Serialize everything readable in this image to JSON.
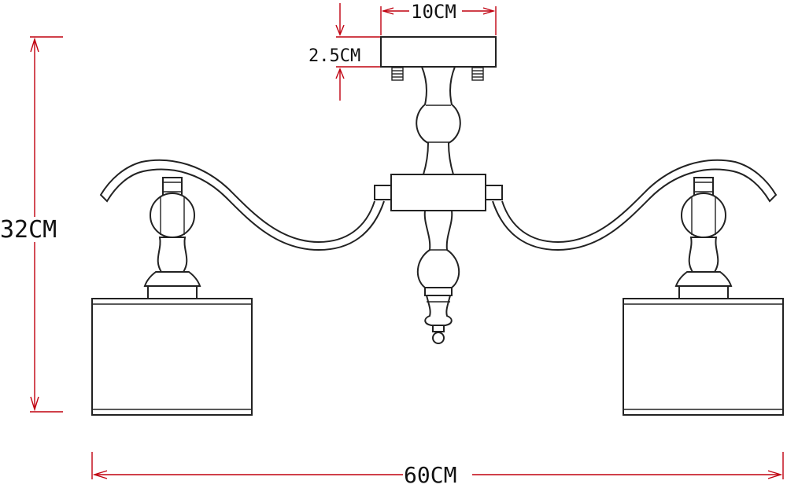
{
  "dimensions": {
    "height_total": "32CM",
    "width_total": "60CM",
    "canopy_width": "10CM",
    "canopy_height": "2.5CM"
  },
  "colors": {
    "dimension_line": "#c0000f",
    "outline": "#222222",
    "background": "#ffffff"
  }
}
